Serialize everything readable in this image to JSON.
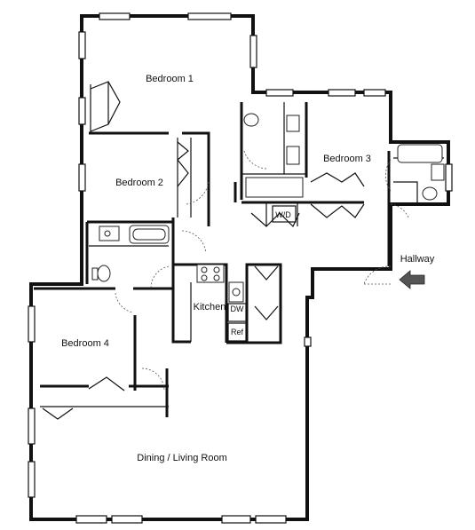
{
  "rooms": {
    "bedroom1": "Bedroom 1",
    "bedroom2": "Bedroom 2",
    "bedroom3": "Bedroom 3",
    "bedroom4": "Bedroom 4",
    "kitchen": "Kitchen",
    "dining_living": "Dining / Living Room",
    "hallway": "Hallway"
  },
  "appliances": {
    "washer_dryer": "W/D",
    "dishwasher": "DW",
    "refrigerator": "Ref"
  },
  "entry_arrow_color": "#555555"
}
